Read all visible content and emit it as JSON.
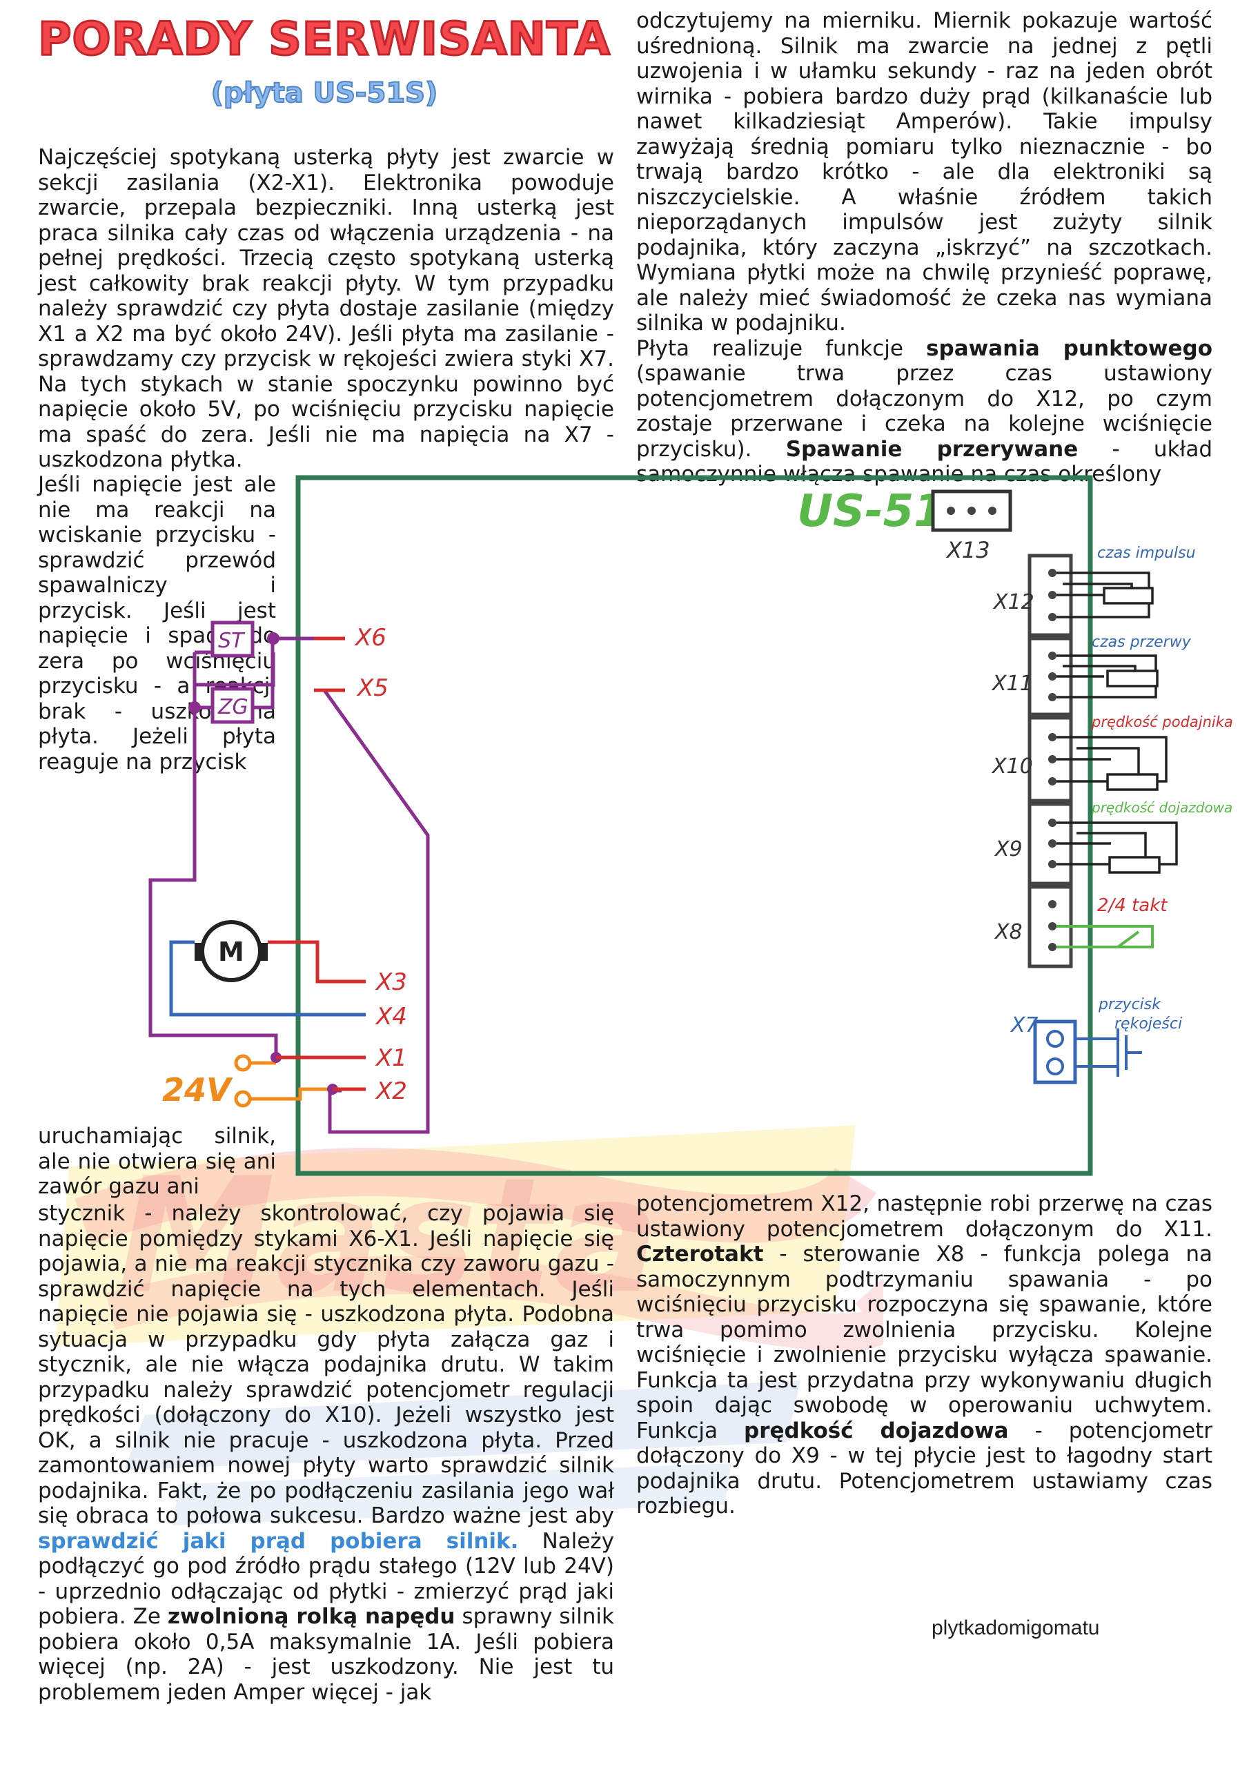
{
  "header": {
    "title": "Porady serwisanta",
    "subtitle": "(płyta US-51S)"
  },
  "left_column": {
    "p1": "Najczęściej spotykaną usterką płyty jest zwarcie w sekcji zasilania (X2-X1). Elektronika powoduje zwarcie, przepala bezpieczniki. Inną usterką jest praca silnika cały czas od włączenia urządzenia - na pełnej prędkości. Trzecią często spotykaną usterką jest całkowity brak reakcji płyty. W tym przypadku należy sprawdzić czy płyta dostaje zasilanie (między X1 a X2 ma być około 24V). Jeśli płyta ma zasilanie - sprawdzamy czy przycisk w rękojeści zwiera styki X7. Na tych stykach w stanie spoczynku powinno być napięcie około 5V, po wciśnięciu przycisku napięcie ma spaść do zera. Jeśli nie ma napięcia na X7 - uszkodzona płytka.",
    "p2": "Jeśli napięcie jest ale nie ma reakcji na wciskanie przycisku - sprawdzić przewód spawalniczy i przycisk. Jeśli jest napięcie i spada do zera po wciśnięciu przycisku - a reakcji brak - uszkodzona płyta. Jeżeli płyta reaguje na przycisk",
    "p3": "uruchamiając silnik, ale nie otwiera się ani zawór gazu ani",
    "p4": "stycznik - należy skontrolować, czy pojawia się napięcie pomiędzy stykami X6-X1. Jeśli napięcie się pojawia, a nie ma reakcji stycznika czy zaworu gazu - sprawdzić napięcie na tych elementach. Jeśli napięcie nie pojawia się - uszkodzona płyta. Podobna sytuacja w przypadku gdy płyta załącza gaz i stycznik, ale nie włącza podajnika drutu. W takim przypadku należy sprawdzić potencjometr regulacji prędkości (dołączony do X10). Jeżeli wszystko jest OK, a silnik nie pracuje - uszkodzona płyta. Przed zamontowaniem nowej płyty warto sprawdzić silnik podajnika. Fakt, że po podłączeniu zasilania jego wał się obraca to połowa sukcesu. Bardzo ważne jest aby",
    "p4_hl": "sprawdzić jaki prąd pobiera silnik.",
    "p4_b": "Należy podłączyć go pod źródło prądu stałego (12V lub 24V) - uprzednio odłączając od płytki - zmierzyć prąd jaki pobiera. Ze",
    "p4_bold": "zwolnioną rolką napędu",
    "p4_end": "sprawny silnik pobiera około 0,5A maksymalnie 1A. Jeśli pobiera więcej (np. 2A) - jest uszkodzony. Nie jest tu problemem jeden Amper więcej - jak"
  },
  "right_column": {
    "p1": "odczytujemy na mierniku. Miernik pokazuje wartość uśrednioną. Silnik ma zwarcie na jednej z pętli uzwojenia i w ułamku sekundy - raz na jeden obrót wirnika - pobiera bardzo duży prąd (kilkanaście lub nawet kilkadziesiąt Amperów). Takie impulsy zawyżają średnią pomiaru tylko nieznacznie - bo trwają bardzo krótko - ale dla elektroniki są niszczycielskie. A właśnie źródłem takich nieporządanych impulsów jest zużyty silnik podajnika, który zaczyna „iskrzyć” na szczotkach. Wymiana płytki może na chwilę przynieść poprawę, ale należy mieć świadomość że czeka nas wymiana silnika w podajniku.",
    "p2a": "Płyta realizuje funkcje",
    "p2b": "spawania punktowego",
    "p2c": "(spawanie trwa przez czas ustawiony potencjometrem dołączonym do X12, po czym zostaje przerwane i czeka na kolejne wciśnięcie przycisku).",
    "p2d": "Spawanie przerywane",
    "p2e": "- układ samoczynnie włącza spawanie na czas określony",
    "p3a": "potencjometrem X12, następnie robi przerwę na czas ustawiony potencjometrem dołączonym do X11.",
    "p3b": "Czterotakt",
    "p3c": "- sterowanie X8 - funkcja polega na samoczynnym podtrzymaniu spawania - po wciśnięciu przycisku rozpoczyna się spawanie, które trwa pomimo zwolnienia przycisku. Kolejne wciśnięcie i zwolnienie przycisku wyłącza spawanie. Funkcja ta jest przydatna przy wykonywaniu długich spoin dając swobodę w operowaniu uchwytem. Funkcja",
    "p3d": "prędkość dojazdowa",
    "p3e": "- potencjometr dołączony do X9 - w tej płycie jest to łagodny start podajnika drutu. Potencjometrem ustawiamy czas rozbiegu."
  },
  "diagram": {
    "board_name": "US-51s",
    "connectors": {
      "x13": "X13",
      "x12": "X12",
      "x11": "X11",
      "x10": "X10",
      "x9": "X9",
      "x8": "X8",
      "x7": "X7",
      "x6": "X6",
      "x5": "X5",
      "x3": "X3",
      "x4": "X4",
      "x1": "X1",
      "x2": "X2"
    },
    "labels": {
      "czas_impulsu": "czas impulsu",
      "czas_przerwy": "czas przerwy",
      "predkosc_podajnika": "prędkość podajnika",
      "predkosc_dojazdowa": "prędkość dojazdowa",
      "takt": "2/4 takt",
      "przycisk": "przycisk",
      "rekojesci": "rękojeści",
      "st": "ST",
      "zg": "ZG",
      "motor": "M",
      "voltage": "24V"
    },
    "colors": {
      "board": "#2f7a55",
      "purple": "#8a2e8f",
      "red": "#d62c2c",
      "blue": "#3567b5",
      "green": "#5ab84a",
      "orange": "#f08a1c"
    }
  },
  "footer": {
    "text": "plytkadomigomatu"
  }
}
